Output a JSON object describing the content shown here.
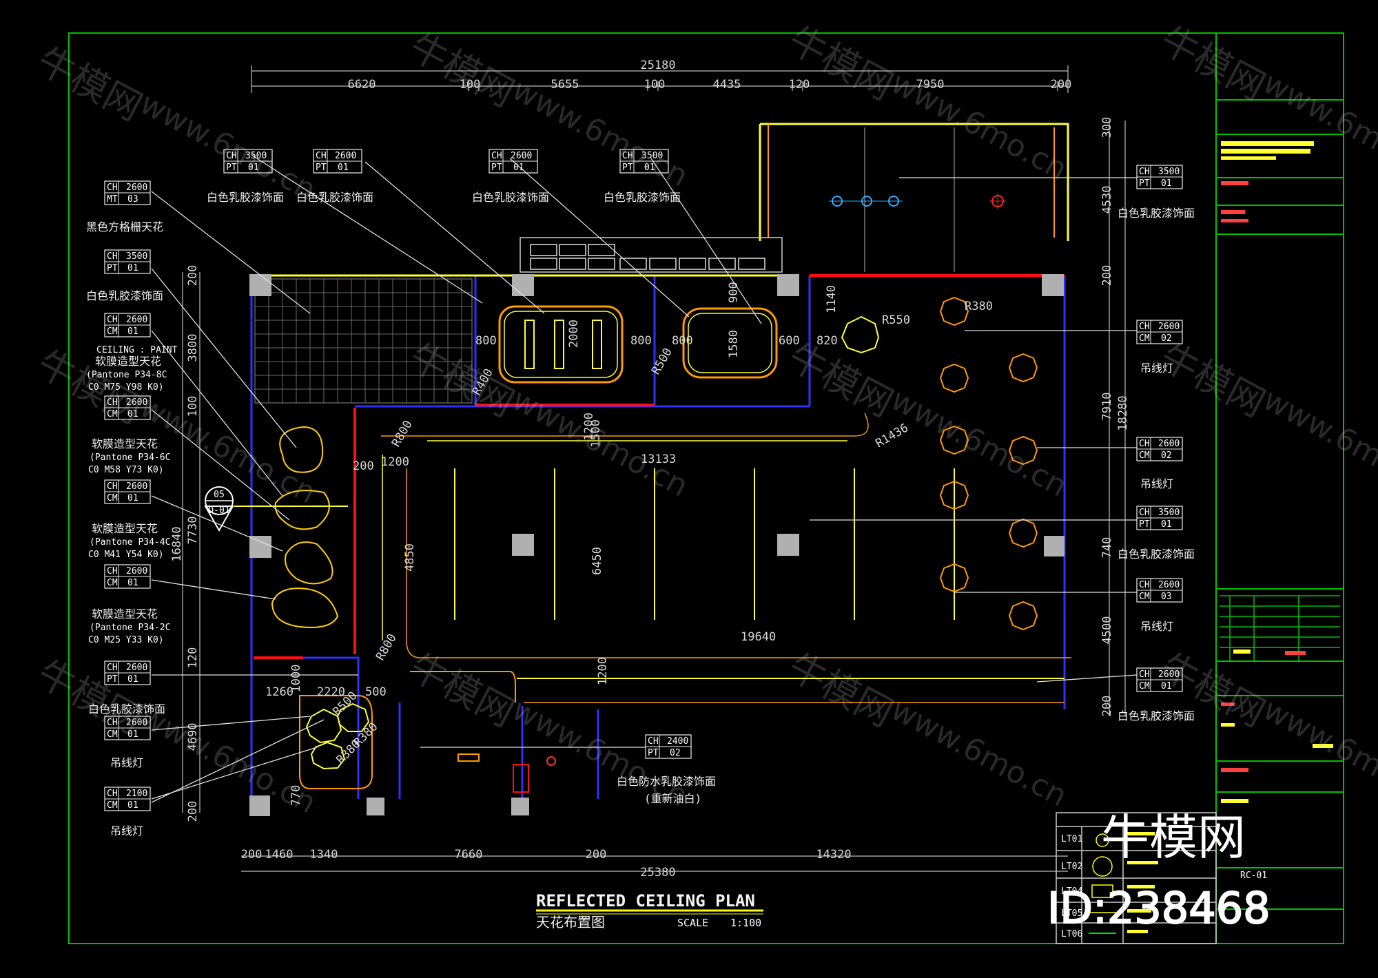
{
  "drawing": {
    "title_en": "REFLECTED CEILING PLAN",
    "title_cn": "天花布置图",
    "scale_label": "SCALE",
    "scale_value": "1:100",
    "sheet_no": "RC-01"
  },
  "dims_top": {
    "total": "25180",
    "segments": [
      "6620",
      "100",
      "5655",
      "100",
      "4435",
      "120",
      "7950",
      "200"
    ]
  },
  "dims_bottom": {
    "total": "25380",
    "segments": [
      "200",
      "1460",
      "1340",
      "7660",
      "200",
      "14320"
    ]
  },
  "dims_right": {
    "total": "18280",
    "segments": [
      "300",
      "4530",
      "200",
      "7910",
      "740",
      "4500",
      "200"
    ]
  },
  "dims_left": {
    "total": "16840",
    "segments": [
      "200",
      "3800",
      "100",
      "7730",
      "120",
      "1000",
      "4690",
      "770",
      "200"
    ]
  },
  "dims_interior": [
    "1200",
    "800",
    "2000",
    "800",
    "900",
    "1580",
    "600",
    "800",
    "820",
    "1140",
    "R380",
    "R550",
    "R500",
    "R400",
    "R800",
    "R1436",
    "R800",
    "13133",
    "4850",
    "6450",
    "19640",
    "1200",
    "1260",
    "2220",
    "500",
    "R500",
    "R380",
    "R380",
    "1500",
    "200",
    "1200"
  ],
  "tags_left": [
    {
      "ch": "CH",
      "val": "2600",
      "code": "MT",
      "num": "03",
      "text": [
        "黑色方格栅天花"
      ]
    },
    {
      "ch": "CH",
      "val": "3500",
      "code": "PT",
      "num": "01",
      "text": [
        "白色乳胶漆饰面"
      ]
    },
    {
      "ch": "CH",
      "val": "2600",
      "code": "CM",
      "num": "01",
      "text": [
        "软膜造型天花",
        "CEILING : PAINT",
        "(Pantone P34-8C",
        "C0 M75 Y98 K0)"
      ]
    },
    {
      "ch": "CH",
      "val": "2600",
      "code": "CM",
      "num": "01",
      "text": [
        "软膜造型天花",
        "(Pantone P34-6C",
        "C0 M58 Y73 K0)"
      ]
    },
    {
      "ch": "CH",
      "val": "2600",
      "code": "CM",
      "num": "01",
      "text": [
        "软膜造型天花",
        "(Pantone P34-4C",
        "C0 M41 Y54 K0)"
      ]
    },
    {
      "ch": "CH",
      "val": "2600",
      "code": "CM",
      "num": "01",
      "text": [
        "软膜造型天花",
        "(Pantone P34-2C",
        "C0 M25 Y33 K0)"
      ]
    },
    {
      "ch": "CH",
      "val": "2600",
      "code": "PT",
      "num": "01",
      "text": [
        "白色乳胶漆饰面"
      ]
    },
    {
      "ch": "CH",
      "val": "2600",
      "code": "CM",
      "num": "01",
      "text": [
        "吊线灯"
      ]
    },
    {
      "ch": "CH",
      "val": "2100",
      "code": "CM",
      "num": "01",
      "text": [
        "吊线灯"
      ]
    }
  ],
  "tags_top": [
    {
      "ch": "CH",
      "val": "3500",
      "code": "PT",
      "num": "01",
      "text": "白色乳胶漆饰面"
    },
    {
      "ch": "CH",
      "val": "2600",
      "code": "PT",
      "num": "01",
      "text": "白色乳胶漆饰面"
    },
    {
      "ch": "CH",
      "val": "2600",
      "code": "PT",
      "num": "01",
      "text": "白色乳胶漆饰面"
    },
    {
      "ch": "CH",
      "val": "3500",
      "code": "PT",
      "num": "01",
      "text": "白色乳胶漆饰面"
    }
  ],
  "tags_right": [
    {
      "ch": "CH",
      "val": "3500",
      "code": "PT",
      "num": "01",
      "text": "白色乳胶漆饰面"
    },
    {
      "ch": "CH",
      "val": "2600",
      "code": "CM",
      "num": "02",
      "text": "吊线灯"
    },
    {
      "ch": "CH",
      "val": "2600",
      "code": "CM",
      "num": "02",
      "text": "吊线灯"
    },
    {
      "ch": "CH",
      "val": "3500",
      "code": "PT",
      "num": "01",
      "text": "白色乳胶漆饰面"
    },
    {
      "ch": "CH",
      "val": "2600",
      "code": "CM",
      "num": "03",
      "text": "吊线灯"
    },
    {
      "ch": "CH",
      "val": "2600",
      "code": "CM",
      "num": "01",
      "text": "白色乳胶漆饰面"
    }
  ],
  "tag_bottom": {
    "ch": "CH",
    "val": "2400",
    "code": "PT",
    "num": "02",
    "text": [
      "白色防水乳胶漆饰面",
      "(重新油白)"
    ]
  },
  "section_mark": {
    "num": "05",
    "ref": "D-01"
  },
  "legend_codes": [
    "LT01",
    "LT02",
    "LT04",
    "LT05",
    "LT06"
  ],
  "watermark": {
    "brand": "牛模网",
    "site": "www.6mo.cn",
    "id": "ID:238468"
  },
  "colors": {
    "frame": "#00c000",
    "wall": "#3030ff",
    "accent": "#ffff00",
    "glow": "#ff9a00",
    "red": "#ff1010",
    "grey": "#b0b0b0"
  }
}
